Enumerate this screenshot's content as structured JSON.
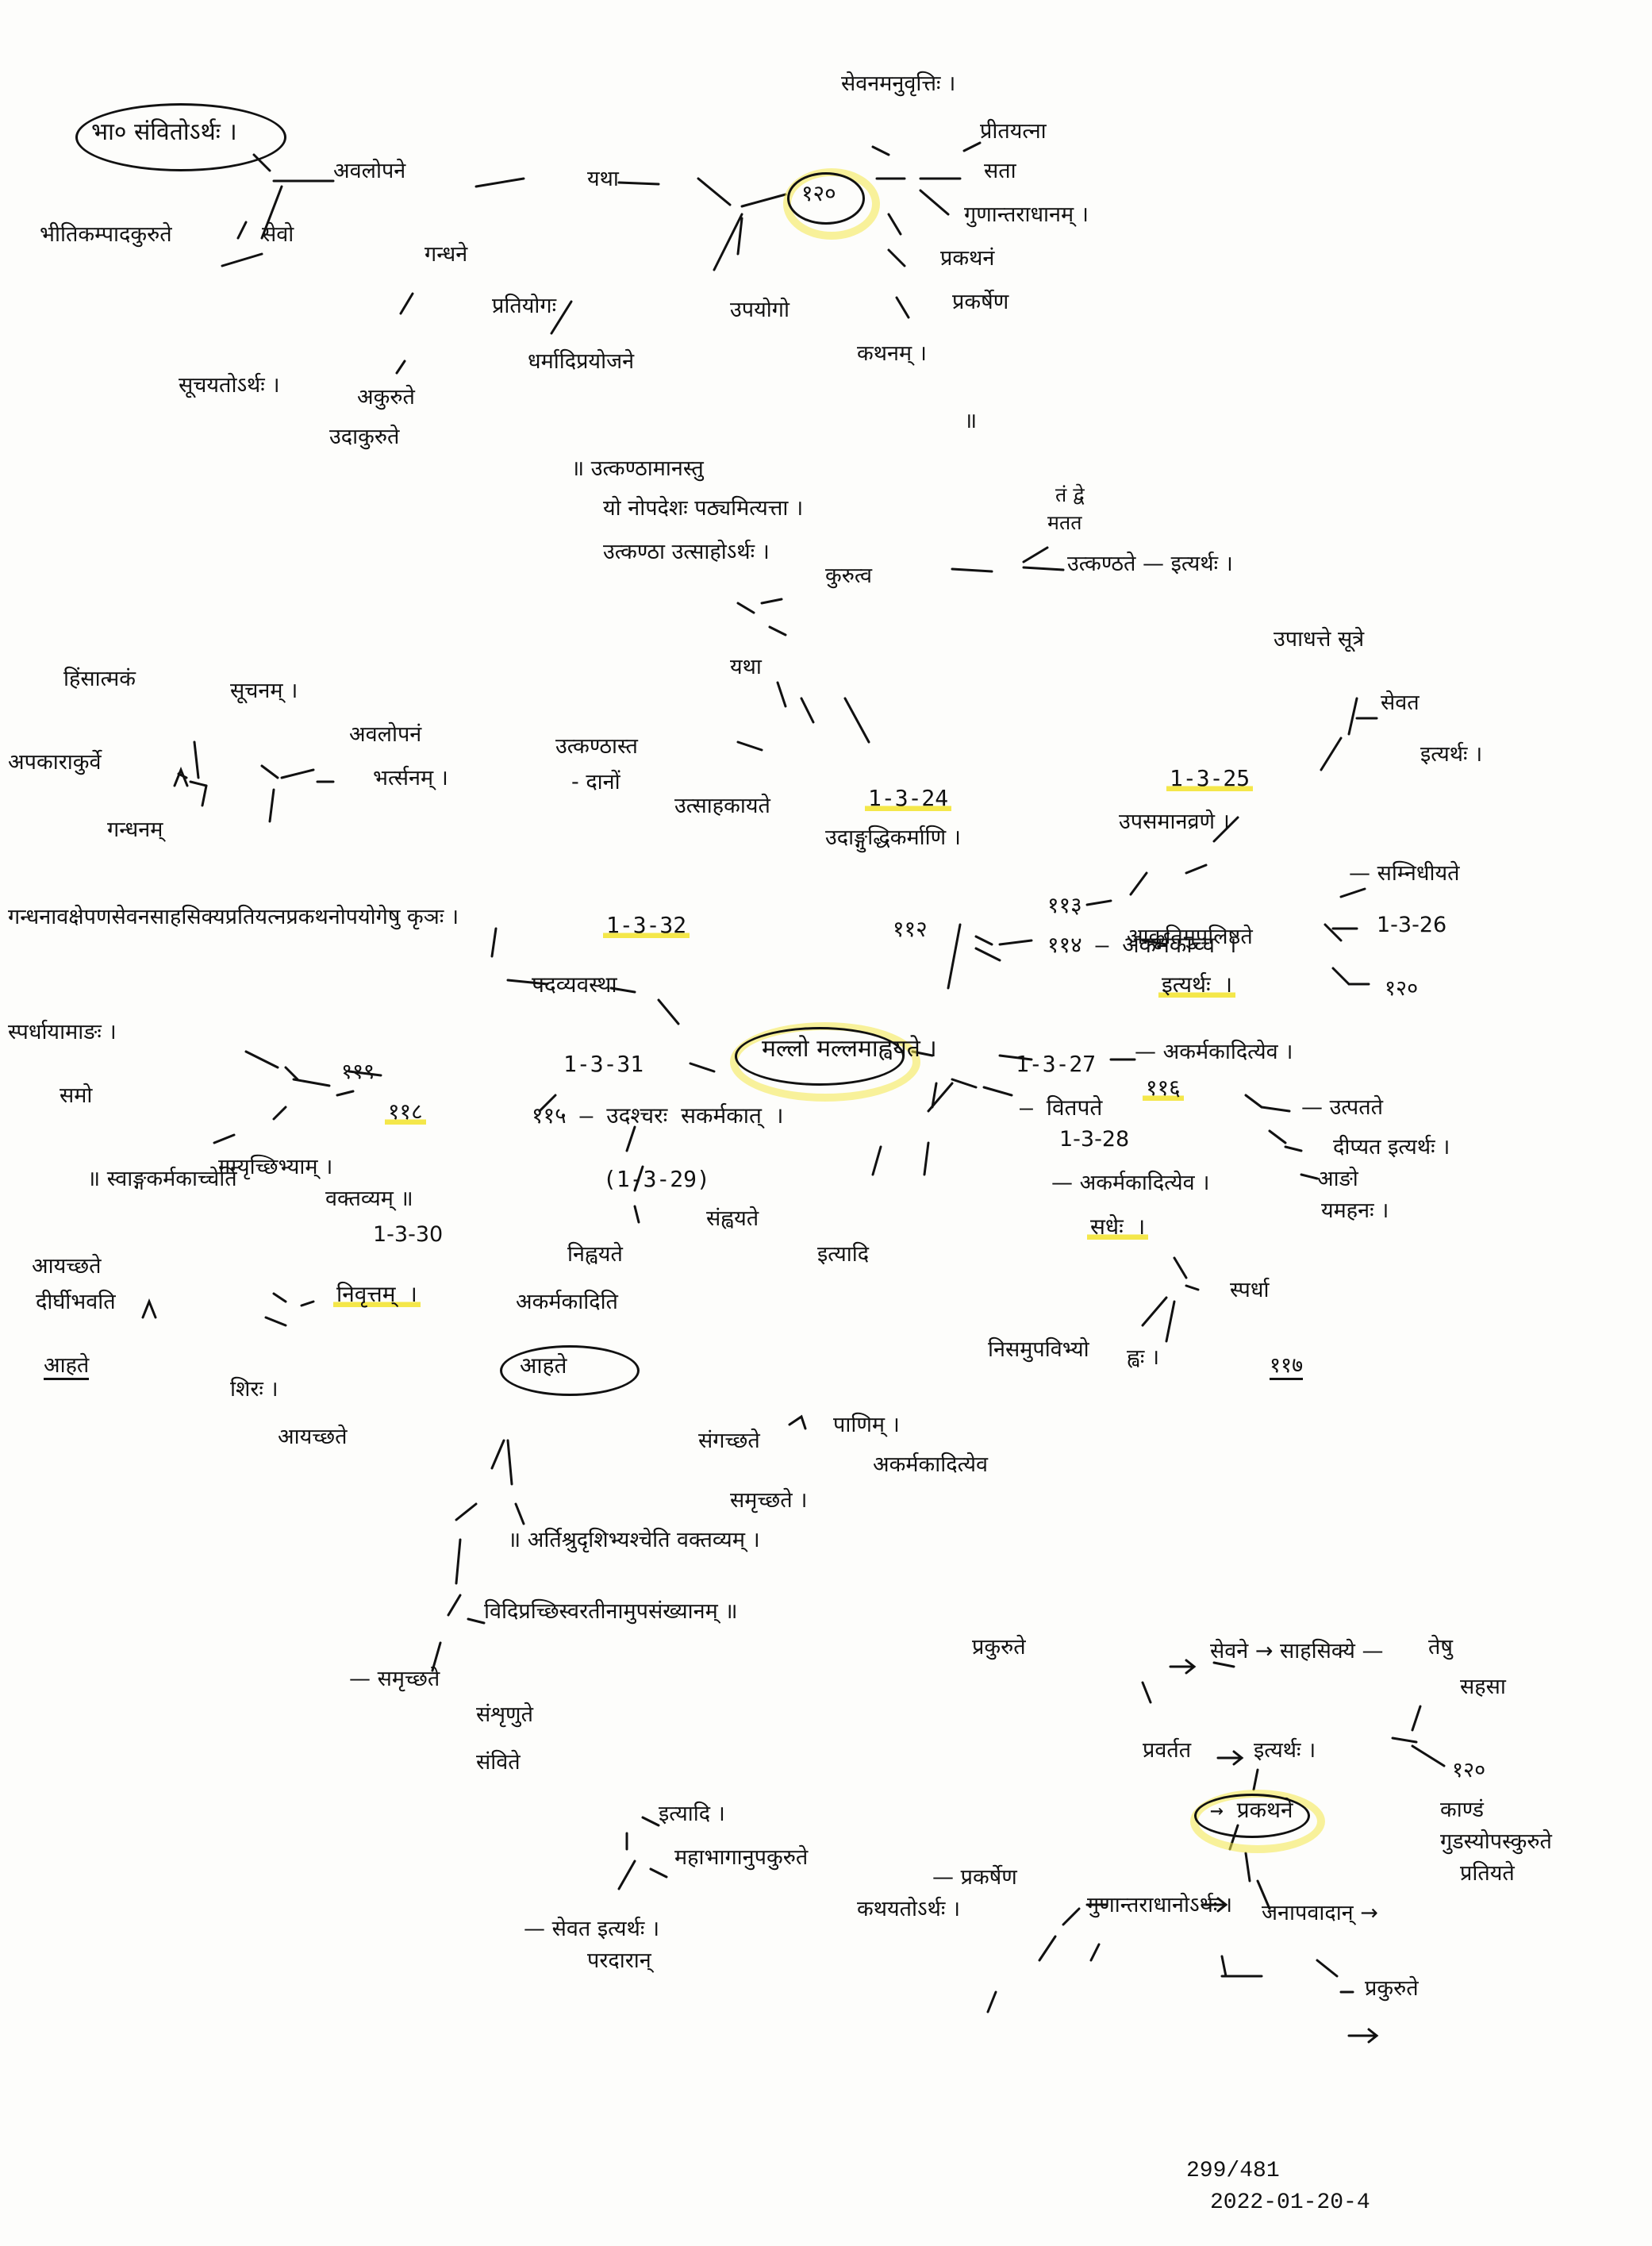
{
  "notes": [
    "भा० संवितोऽर्थः ।",
    "अवलोपने",
    "भीतिकम्पादकुरुते",
    "सेवो",
    "गन्धने",
    "यथा",
    "प्रतियोगः",
    "उपयोगो",
    "सूचयतोऽर्थः ।",
    "अकुरुते",
    "धर्मादिप्रयोजने",
    "उदाकुरुते",
    "१२०",
    "सेवनमनुवृत्तिः ।",
    "प्रीतयत्ना",
    "सता",
    "गुणान्तराधानम् ।",
    "प्रकथनं",
    "प्रकर्षेण",
    "कथनम् ।",
    "॥",
    "॥ उत्कण्ठामानस्तु",
    "यो नोपदेशः पठ्यमित्यत्ता ।",
    "उत्कण्ठा उत्साहोऽर्थः ।",
    "तं द्वे",
    "मतत",
    "कुरुत्व",
    "उत्कण्ठते — इत्यर्थः ।",
    "यथा",
    "उपाधत्ते सूत्रे",
    "सेवत",
    "इत्यर्थः ।",
    "हिंसात्मकं",
    "सूचनम् ।",
    "अपकाराकुर्वे",
    "अवलोपनं",
    "भर्त्सनम् ।",
    "गन्धनम्",
    "उत्कण्ठास्त",
    "- दानों",
    "उत्साहकायते",
    "1-3-24",
    "उदाङ्गुद्धिकर्माणि ।",
    "1-3-25",
    "उपसमानव्रणे ।",
    "गन्धनावक्षेपणसेवनसाहसिक्यप्रतियत्नप्रकथनोपयोगेषु कृञः ।",
    "1-3-32",
    "११२",
    "११३",
    "११४ — अकर्मकाच्च ।",
    "आकृतिमुपलिष्ठते",
    "— सम्निधीयते",
    "1-3-26",
    "इत्यर्थः ।",
    "१२०",
    "पदव्यवस्था",
    "मल्लो मल्लमाह्वयते ।",
    "स्पर्धायामाङः ।",
    "११९",
    "1-3-31",
    "११८",
    "११५ — उदश्चरः सकर्मकात् ।",
    "1-3-27",
    "— अकर्मकादित्येव ।",
    "११६",
    "— उत्पतते",
    "— वितपते",
    "दीप्यत इत्यर्थः ।",
    "आङो",
    "यमहनः ।",
    "1-3-28",
    "— अकर्मकादित्येव ।",
    "सधेः ।",
    "स्पर्धा",
    "निसमुपविभ्यो",
    "ह्वः ।",
    "११७",
    "समो",
    "गम्यृच्छिभ्याम् ।",
    "॥ स्वाङ्गकर्मकाच्चेति",
    "वक्तव्यम् ॥",
    "1-3-30",
    "(1-3-29)",
    "संह्वयते",
    "इत्यादि",
    "निह्वयते",
    "अकर्मकादिति",
    "निवृत्तम् ।",
    "आहते",
    "आयच्छते",
    "दीर्घीभवति",
    "आहते",
    "शिरः ।",
    "आयच्छते",
    "पाणिम् ।",
    "अकर्मकादित्येव",
    "संगच्छते",
    "समृच्छते ।",
    "॥ अर्तिश्रुदृशिभ्यश्चेति वक्तव्यम् ।",
    "विदिप्रच्छिस्वरतीनामुपसंख्यानम् ॥",
    "— समृच्छते",
    "संशृणुते",
    "संविते",
    "इत्यादि ।",
    "महाभागानुपकुरुते",
    "— सेवत इत्यर्थः ।",
    "परदारान्",
    "प्रकुरुते",
    "सेवने → साहसिक्ये —",
    "तेषु",
    "सहसा",
    "प्रवर्तत",
    "इत्यर्थः ।",
    "१२०",
    "काण्डं",
    "गुडस्योपस्कुरुते",
    "प्रतियते",
    "→ प्रकथने",
    "— प्रकर्षेण",
    "कथयतोऽर्थः ।",
    "गुणान्तराधानोऽर्थः ।",
    "जनापवादान् →",
    "प्रकुरुते"
  ],
  "footer": {
    "count": "299/481",
    "date": "2022-01-20-4"
  }
}
